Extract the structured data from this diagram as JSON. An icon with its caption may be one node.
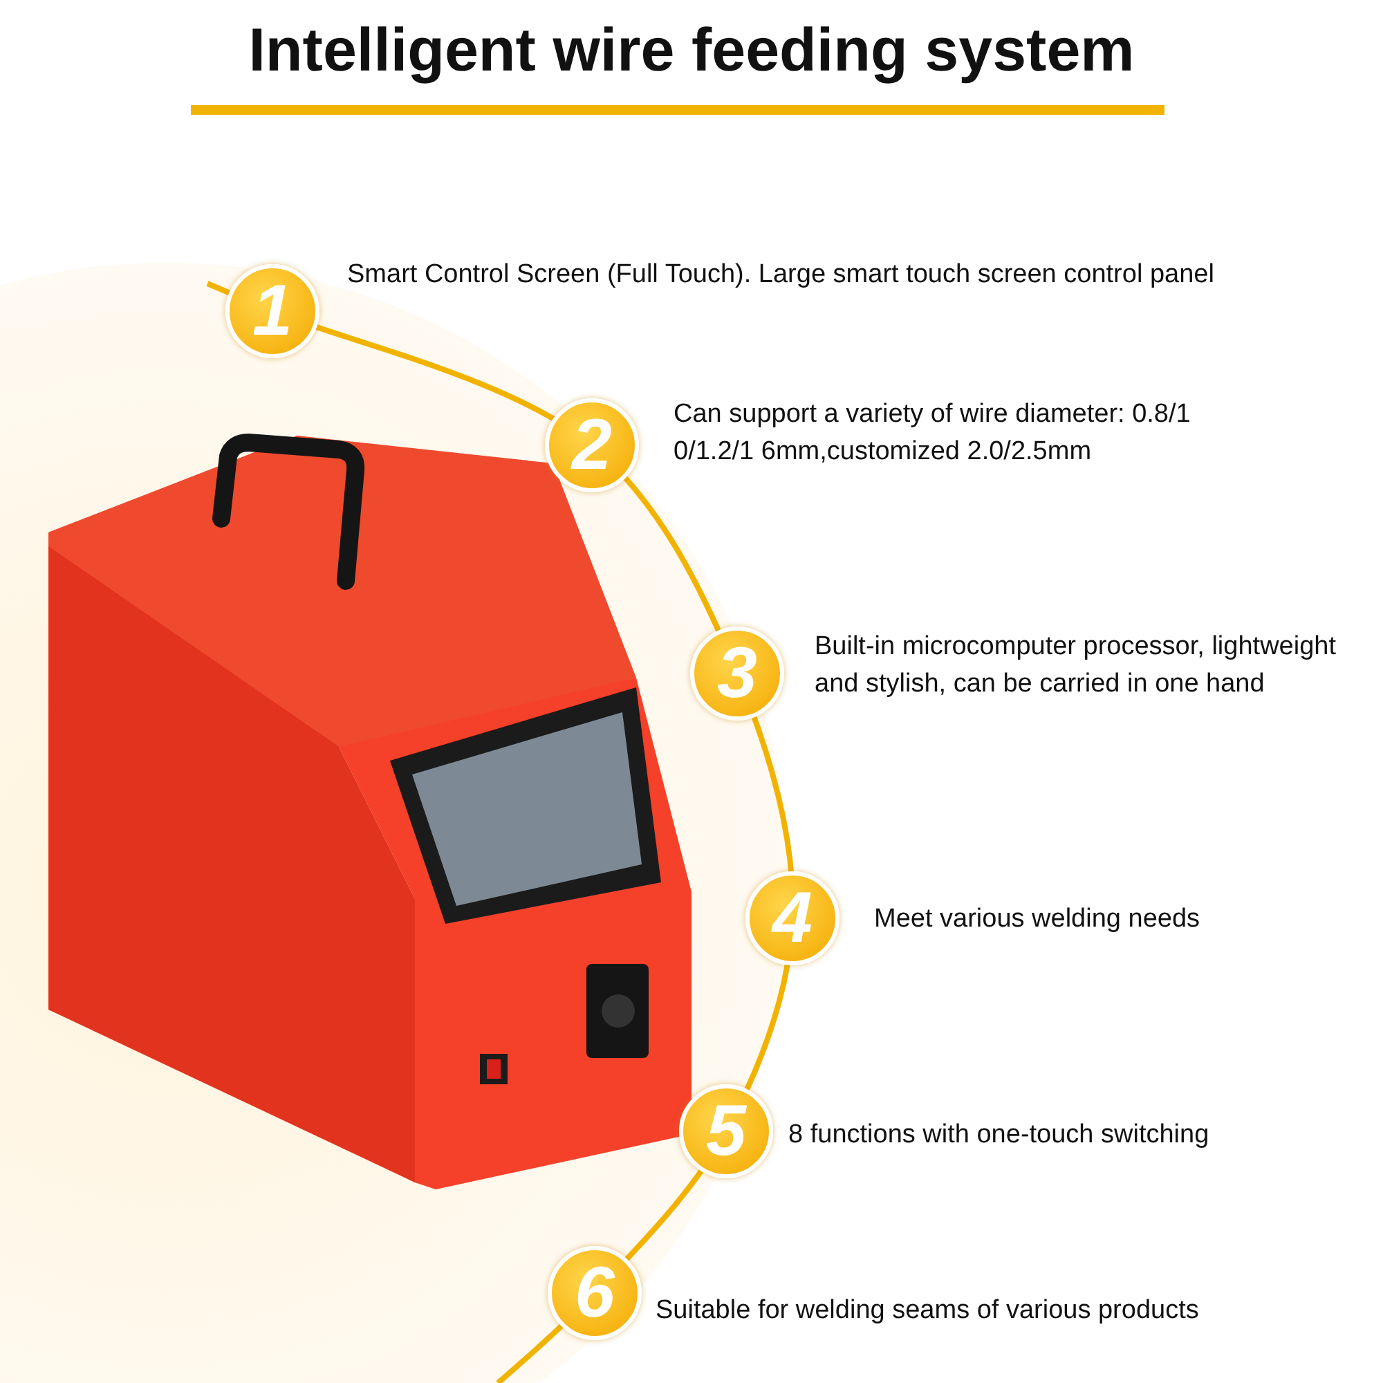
{
  "diagram": {
    "title": "Intelligent wire feeding system",
    "nodes": [
      {
        "text": [
          "1"
        ],
        "beside": [
          "Smart Control Screen (Full Touch). Large smart touch screen control panel"
        ]
      },
      {
        "text": [
          "2"
        ],
        "beside": [
          "Can support a variety of wire diameter: 0.8/1 0/1.2/1 6mm,customized 2.0/2.5mm"
        ]
      },
      {
        "text": [
          "3"
        ],
        "beside": [
          "Built-in microcomputer processor, lightweight and stylish, can be carried in one hand"
        ]
      },
      {
        "text": [
          "4"
        ],
        "beside": [
          "Meet various welding needs"
        ]
      },
      {
        "text": [
          "5"
        ],
        "beside": [
          "8 functions with one-touch switching"
        ]
      },
      {
        "text": [
          "6"
        ],
        "beside": [
          "Suitable for welding seams of various products"
        ]
      }
    ],
    "edges": []
  }
}
